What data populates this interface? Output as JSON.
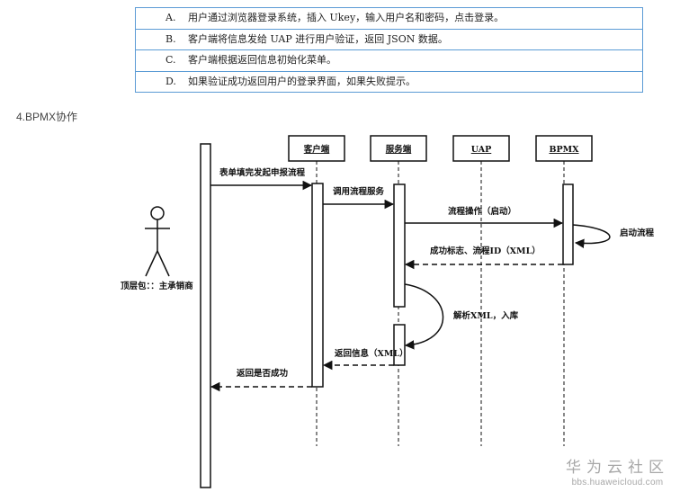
{
  "steps": [
    {
      "letter": "A.",
      "text": "用户通过浏览器登录系统，插入 Ukey，输入用户名和密码，点击登录。"
    },
    {
      "letter": "B.",
      "text": "客户端将信息发给 UAP 进行用户验证，返回 JSON 数据。"
    },
    {
      "letter": "C.",
      "text": "客户端根据返回信息初始化菜单。"
    },
    {
      "letter": "D.",
      "text": "如果验证成功返回用户的登录界面，如果失败提示。"
    }
  ],
  "section_heading": "4.BPMX协作",
  "diagram": {
    "actor_label": "顶层包：：主承销商",
    "lifelines": [
      "客户端",
      "服务端",
      "UAP",
      "BPMX"
    ],
    "messages": [
      "表单填完发起申报流程",
      "调用流程服务",
      "流程操作（启动）",
      "启动流程",
      "成功标志、流程ID（XML）",
      "解析XML，入库",
      "返回信息（XML）",
      "返回是否成功"
    ]
  },
  "watermark": {
    "brand": "华为云社区",
    "url": "bbs.huaweicloud.com"
  }
}
